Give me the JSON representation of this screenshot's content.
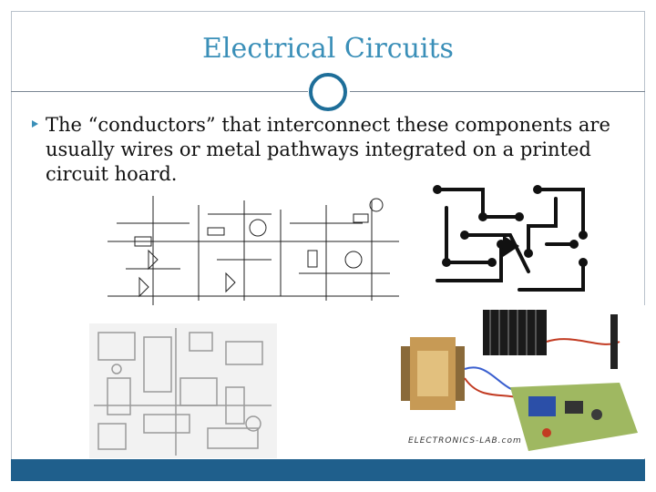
{
  "slide": {
    "title": "Electrical Circuits",
    "bullet_lines": [
      "The “conductors” that interconnect these components are",
      "usually wires or metal pathways integrated on a printed",
      "circuit hoard."
    ],
    "logo_text": "ELECTRONICS-LAB.com"
  },
  "colors": {
    "title": "#3a8fb8",
    "accent_ring": "#1e6e99",
    "bottom_bar": "#1f5f8c"
  }
}
